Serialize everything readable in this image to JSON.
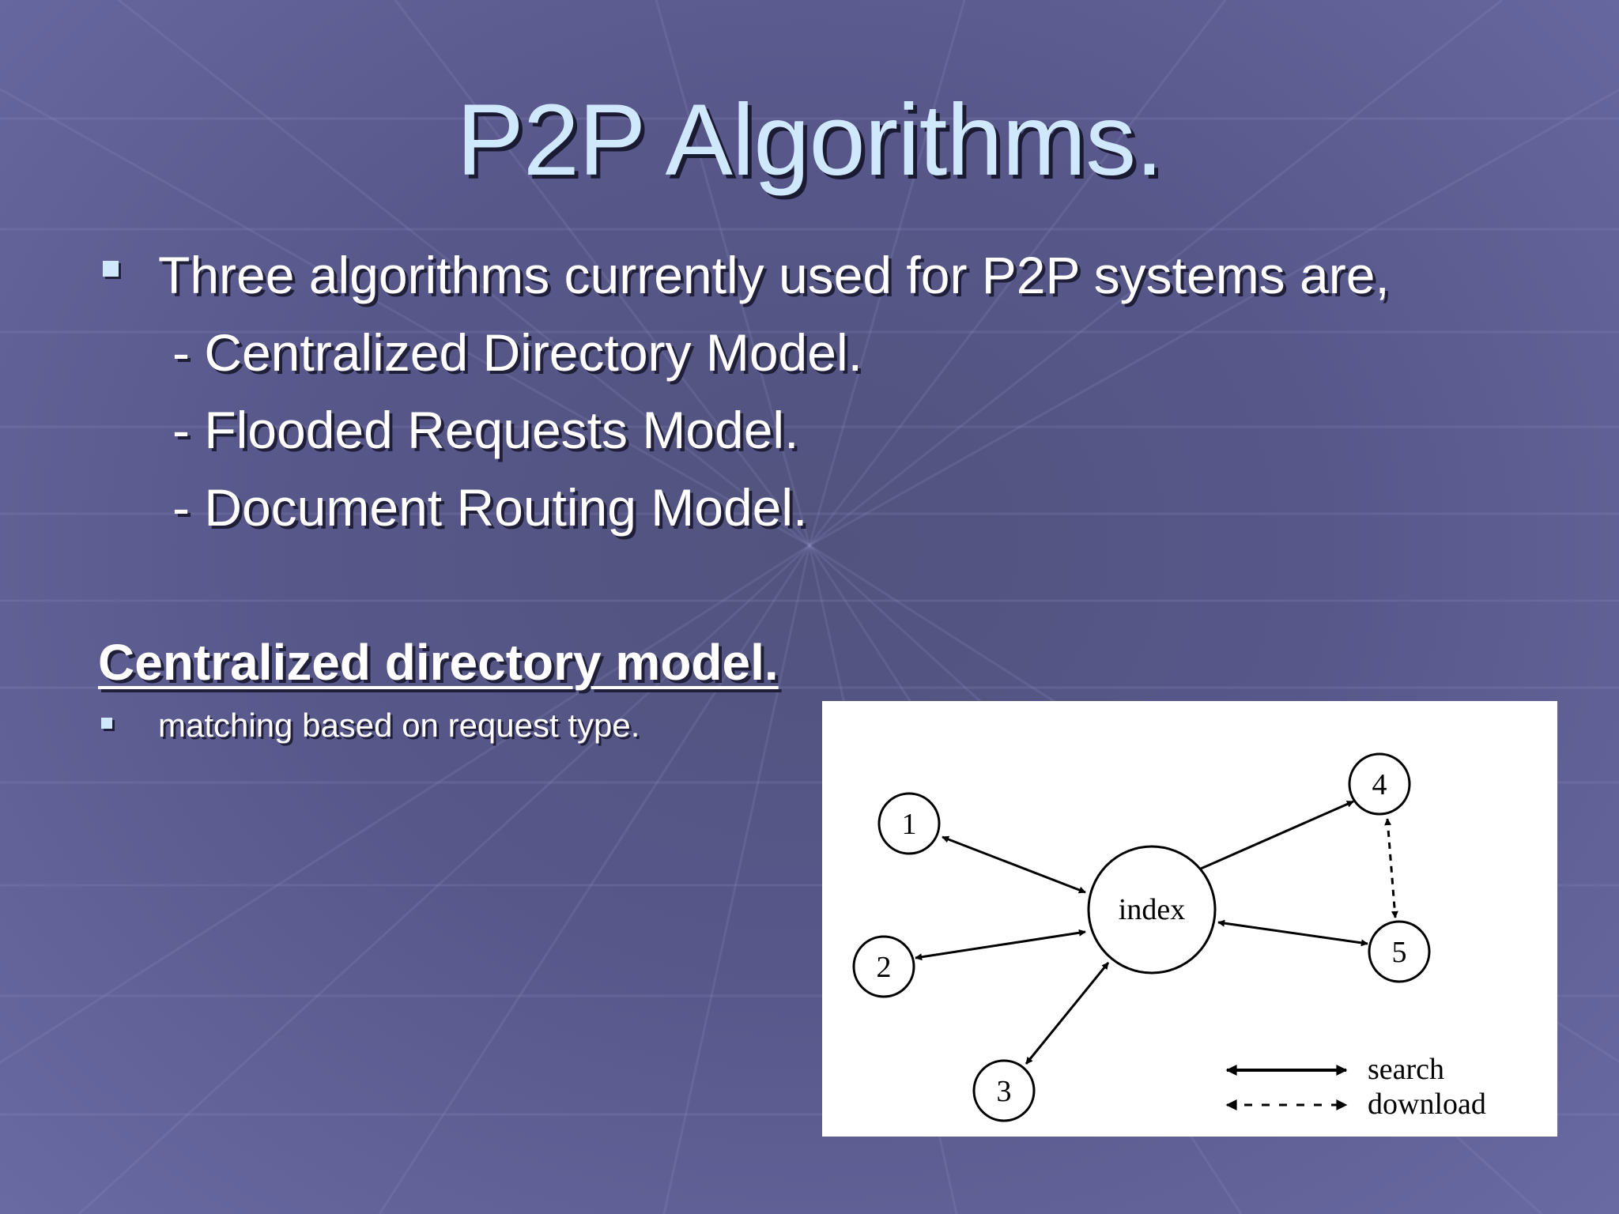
{
  "slide": {
    "title": "P2P Algorithms.",
    "main_bullet": "Three algorithms currently used for P2P systems are,",
    "sub_items": [
      "- Centralized Directory Model.",
      "- Flooded  Requests Model.",
      "- Document Routing Model."
    ],
    "section_heading": "Centralized directory model.",
    "section_bullet": "matching based on request type."
  },
  "diagram": {
    "hub_label": "index",
    "nodes": [
      "1",
      "2",
      "3",
      "4",
      "5"
    ],
    "legend": {
      "search": "search",
      "download": "download"
    }
  },
  "colors": {
    "title": "#cfe8fb",
    "text": "#ffffff",
    "background": "#5a5a8c"
  }
}
